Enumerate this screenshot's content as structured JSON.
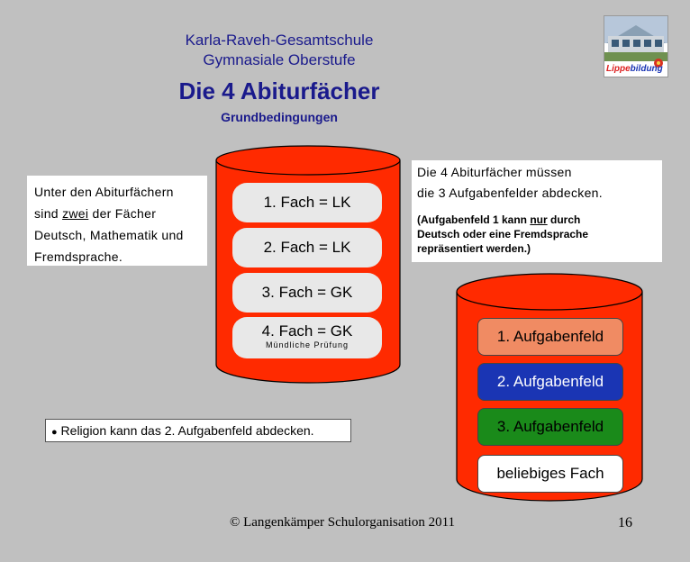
{
  "header": {
    "school_line1": "Karla-Raveh-Gesamtschule",
    "school_line2": "Gymnasiale Oberstufe",
    "title": "Die 4 Abiturfächer",
    "subtitle": "Grundbedingungen",
    "logo_text_red": "Lippe",
    "logo_text_blue": "bildung"
  },
  "left_note": {
    "line1": "Unter den Abiturfächern",
    "line2_pre": "sind ",
    "line2_underlined": "zwei",
    "line2_post": " der Fächer",
    "line3": "Deutsch, Mathematik und",
    "line4": "Fremdsprache."
  },
  "right_note": {
    "line1": "Die 4 Abiturfächer müssen",
    "line2": "die 3 Aufgabenfelder abdecken.",
    "bold1_pre": "(Aufgabenfeld 1 kann ",
    "bold1_underlined": "nur",
    "bold1_post": " durch",
    "bold2": "Deutsch oder eine Fremdsprache",
    "bold3": "repräsentiert werden.)"
  },
  "left_cylinder": {
    "items": [
      "1. Fach = LK",
      "2. Fach = LK",
      "3. Fach = GK",
      "4. Fach = GK"
    ],
    "note": "Mündliche Prüfung"
  },
  "right_cylinder": {
    "items": [
      "1. Aufgabenfeld",
      "2. Aufgabenfeld",
      "3. Aufgabenfeld",
      "beliebiges Fach"
    ]
  },
  "religion_note": "Religion kann das 2. Aufgabenfeld abdecken.",
  "footer": "© Langenkämper Schulorganisation 2011",
  "page_number": "16",
  "colors": {
    "background": "#c0c0c0",
    "cylinder_red": "#ff2a00",
    "pill_light": "#e8e8e8",
    "aufgabenfeld1": "#f08b63",
    "aufgabenfeld2": "#1a35b4",
    "aufgabenfeld3": "#1a8a1a",
    "title_blue": "#1a1a8c"
  }
}
